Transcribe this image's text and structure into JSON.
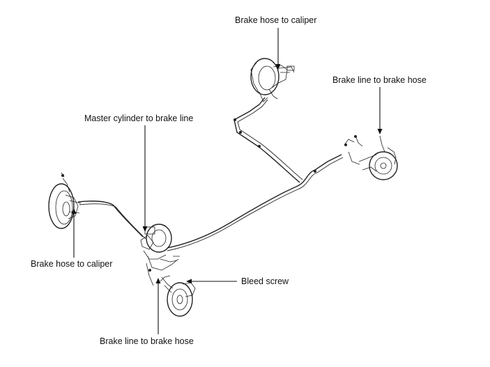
{
  "labels": {
    "rear_left_hose": "Brake hose to caliper",
    "rear_right_line": "Brake line to brake hose",
    "master_cylinder": "Master cylinder to brake line",
    "front_left_hose": "Brake hose to caliper",
    "bleed_screw": "Bleed screw",
    "front_right_line": "Brake line to brake hose"
  }
}
